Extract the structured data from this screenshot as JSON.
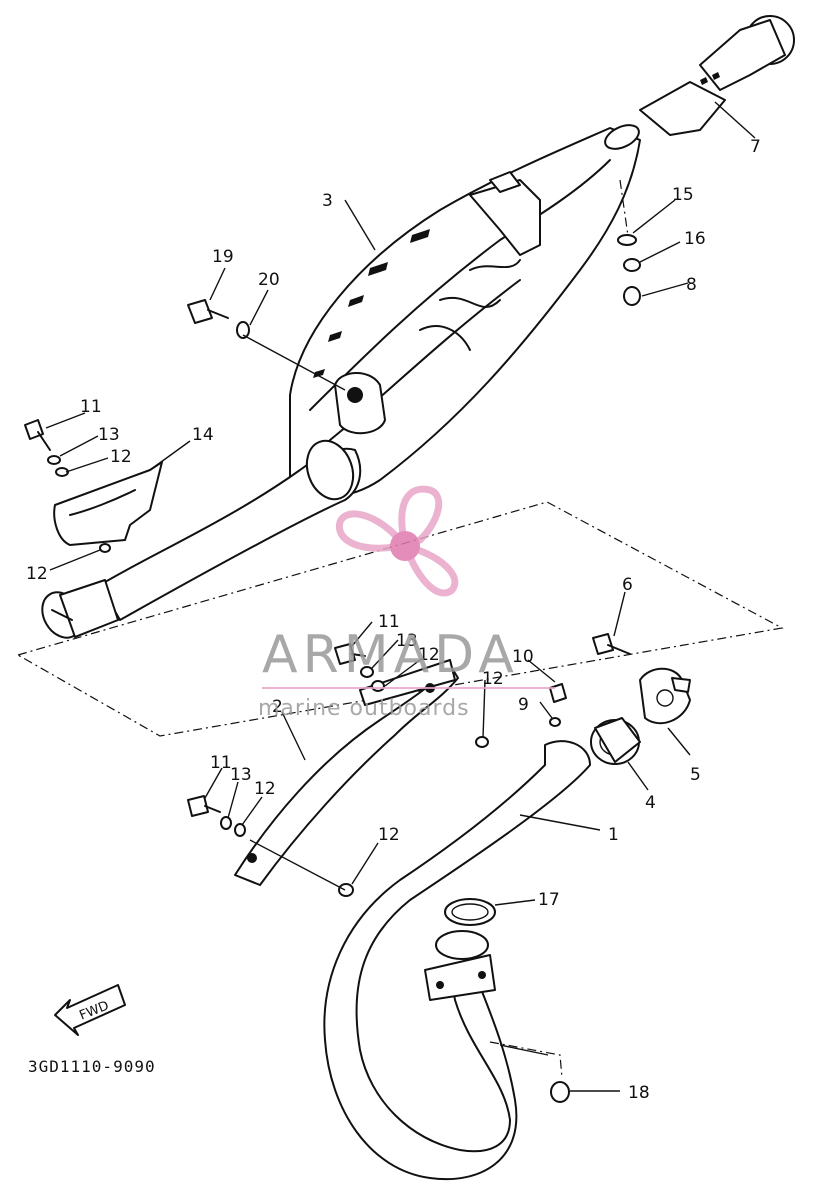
{
  "diagram": {
    "code": "3GD1110-9090",
    "fwd_label": "FWD",
    "callouts": [
      {
        "id": "c1",
        "label": "1"
      },
      {
        "id": "c2",
        "label": "2"
      },
      {
        "id": "c3",
        "label": "3"
      },
      {
        "id": "c4",
        "label": "4"
      },
      {
        "id": "c5",
        "label": "5"
      },
      {
        "id": "c6",
        "label": "6"
      },
      {
        "id": "c7",
        "label": "7"
      },
      {
        "id": "c8",
        "label": "8"
      },
      {
        "id": "c9",
        "label": "9"
      },
      {
        "id": "c10",
        "label": "10"
      },
      {
        "id": "c11a",
        "label": "11"
      },
      {
        "id": "c11b",
        "label": "11"
      },
      {
        "id": "c11c",
        "label": "11"
      },
      {
        "id": "c12a",
        "label": "12"
      },
      {
        "id": "c12b",
        "label": "12"
      },
      {
        "id": "c12c",
        "label": "12"
      },
      {
        "id": "c12d",
        "label": "12"
      },
      {
        "id": "c12e",
        "label": "12"
      },
      {
        "id": "c12f",
        "label": "12"
      },
      {
        "id": "c13a",
        "label": "13"
      },
      {
        "id": "c13b",
        "label": "13"
      },
      {
        "id": "c13c",
        "label": "13"
      },
      {
        "id": "c14",
        "label": "14"
      },
      {
        "id": "c15",
        "label": "15"
      },
      {
        "id": "c16",
        "label": "16"
      },
      {
        "id": "c17",
        "label": "17"
      },
      {
        "id": "c18",
        "label": "18"
      },
      {
        "id": "c19",
        "label": "19"
      },
      {
        "id": "c20",
        "label": "20"
      }
    ]
  },
  "watermark": {
    "brand": "ARMADA",
    "tagline": "marine outboards",
    "logo_color": "#e8a6c8",
    "logo_center_color": "#e07ab0"
  }
}
